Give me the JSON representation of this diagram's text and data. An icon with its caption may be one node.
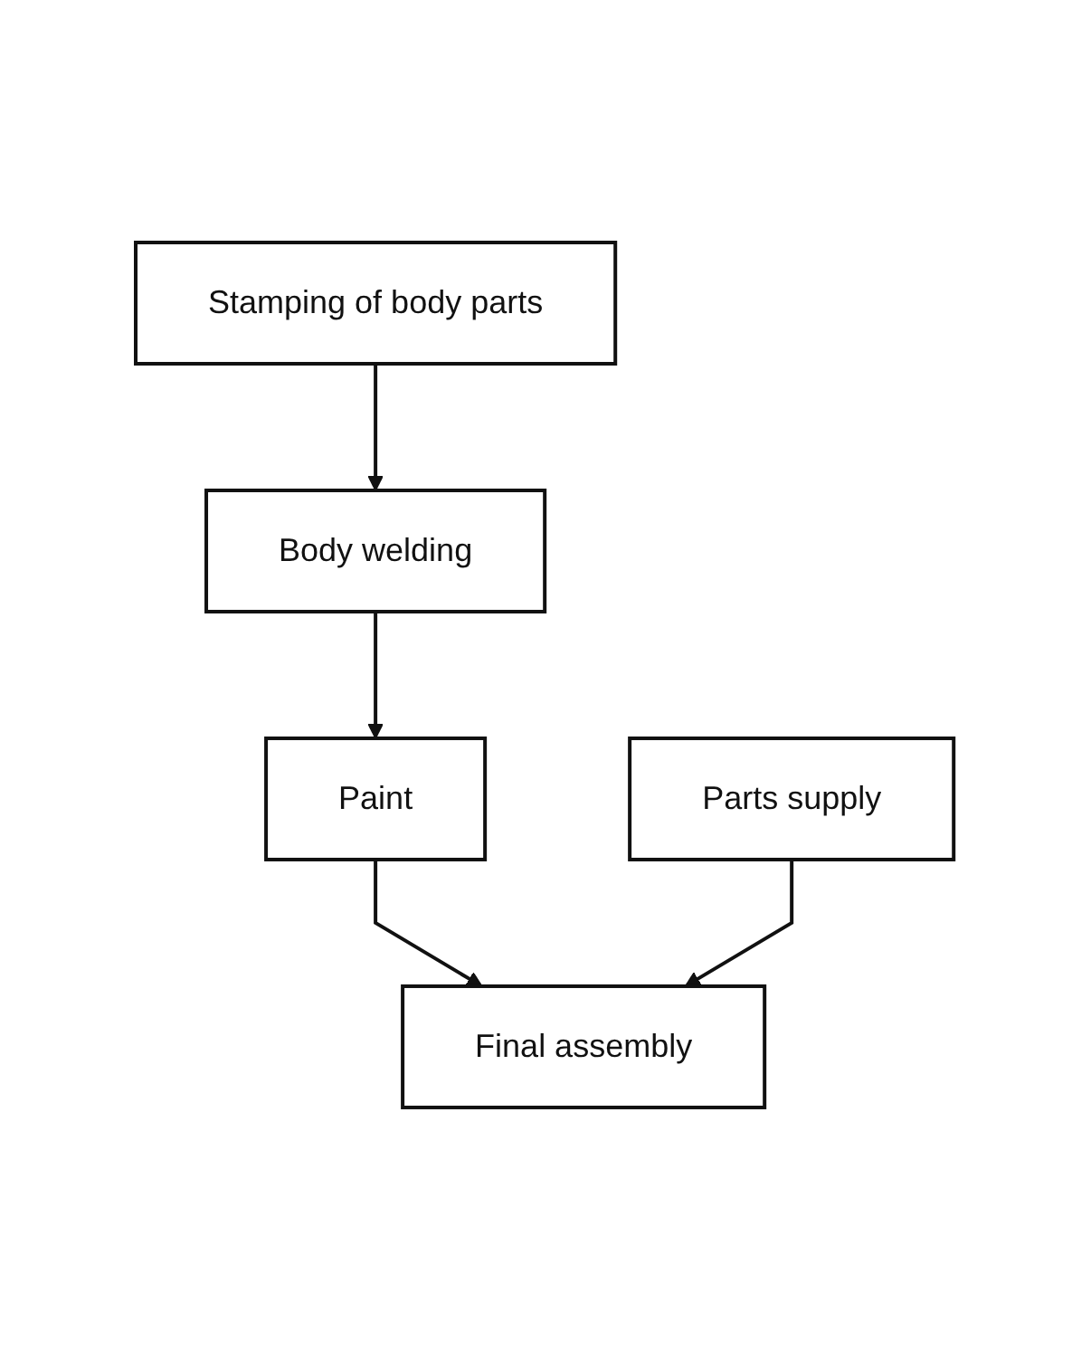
{
  "diagram": {
    "nodes": [
      {
        "text": [
          "Stamping of body parts"
        ]
      },
      {
        "text": [
          "Body welding"
        ]
      },
      {
        "text": [
          "Paint"
        ]
      },
      {
        "text": [
          "Parts supply"
        ]
      },
      {
        "text": [
          "Final assembly"
        ]
      }
    ],
    "edges": [
      {
        "from": 0,
        "to": 1,
        "arrow": "to"
      },
      {
        "from": 1,
        "to": 2,
        "arrow": "to"
      },
      {
        "from": 2,
        "to": 4,
        "arrow": "to"
      },
      {
        "from": 3,
        "to": 4,
        "arrow": "to"
      }
    ]
  }
}
